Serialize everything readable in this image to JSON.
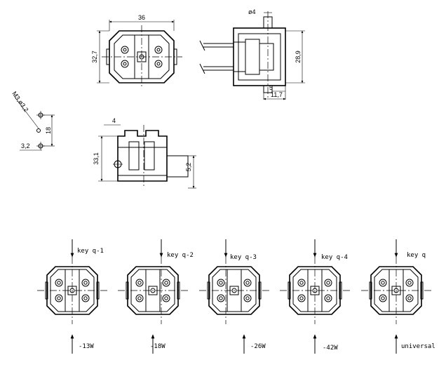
{
  "top_view": {
    "width_label": "36",
    "height_label": "32,7"
  },
  "side_view": {
    "pin_diameter_label": "ø4",
    "height_label": "28,9",
    "offset_label": "5",
    "depth_label": "11,7"
  },
  "mount_holes": {
    "hole_label": "M3,ø3,2",
    "spacing_label": "18",
    "offset_label": "3,2"
  },
  "front_view": {
    "offset_label": "4",
    "height_label": "33,1",
    "pin_height_label": "5,2"
  },
  "variants": [
    {
      "key": "key q-1",
      "power": "-13W"
    },
    {
      "key": "key q-2",
      "power": "-18W"
    },
    {
      "key": "key q-3",
      "power": "-26W"
    },
    {
      "key": "key q-4",
      "power": "-42W"
    },
    {
      "key": "key q",
      "power": "universal"
    }
  ]
}
